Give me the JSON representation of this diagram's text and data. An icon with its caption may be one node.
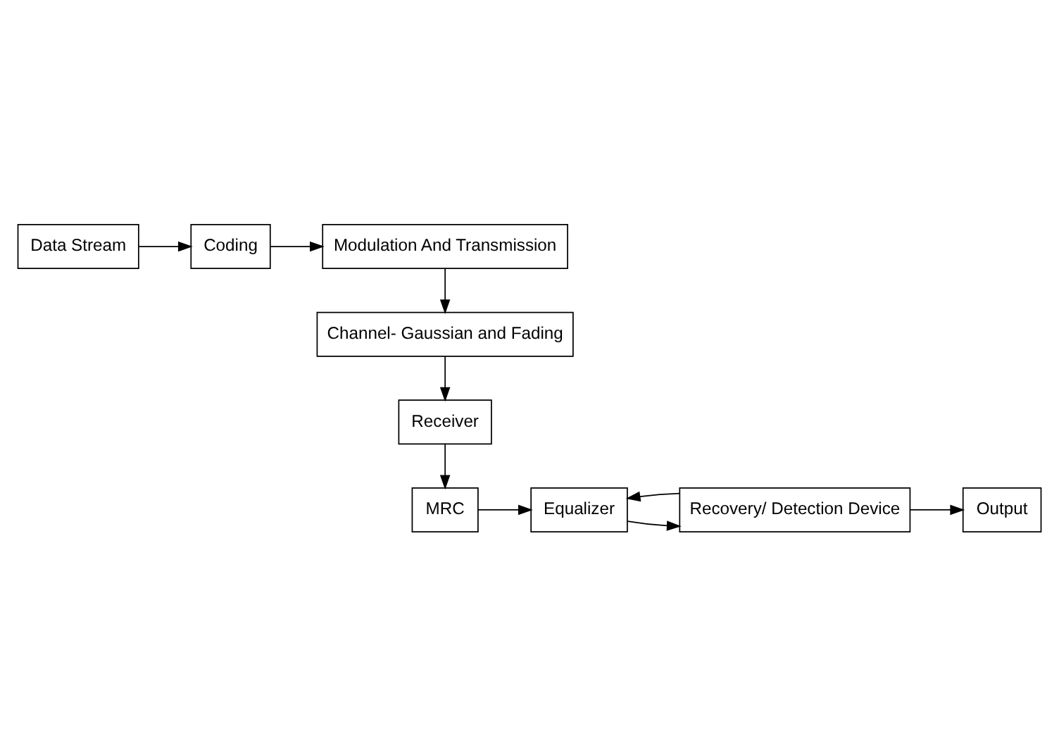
{
  "diagram": {
    "nodes": [
      {
        "text": [
          "Data Stream"
        ]
      },
      {
        "text": [
          "Coding"
        ]
      },
      {
        "text": [
          "Modulation And Transmission"
        ]
      },
      {
        "text": [
          "Channel- Gaussian and Fading"
        ]
      },
      {
        "text": [
          "Receiver"
        ]
      },
      {
        "text": [
          "MRC"
        ]
      },
      {
        "text": [
          "Equalizer"
        ]
      },
      {
        "text": [
          "Recovery/ Detection Device"
        ]
      },
      {
        "text": [
          "Output"
        ]
      }
    ],
    "edges": [
      {
        "from": 0,
        "to": 1,
        "arrow": "to"
      },
      {
        "from": 1,
        "to": 2,
        "arrow": "to"
      },
      {
        "from": 2,
        "to": 3,
        "arrow": "to"
      },
      {
        "from": 3,
        "to": 4,
        "arrow": "to"
      },
      {
        "from": 4,
        "to": 5,
        "arrow": "to"
      },
      {
        "from": 5,
        "to": 6,
        "arrow": "to"
      },
      {
        "from": 6,
        "to": 7,
        "arrow": "to"
      },
      {
        "from": 7,
        "to": 8,
        "arrow": "to"
      },
      {
        "from": 7,
        "to": 6,
        "arrow": "to"
      }
    ]
  }
}
